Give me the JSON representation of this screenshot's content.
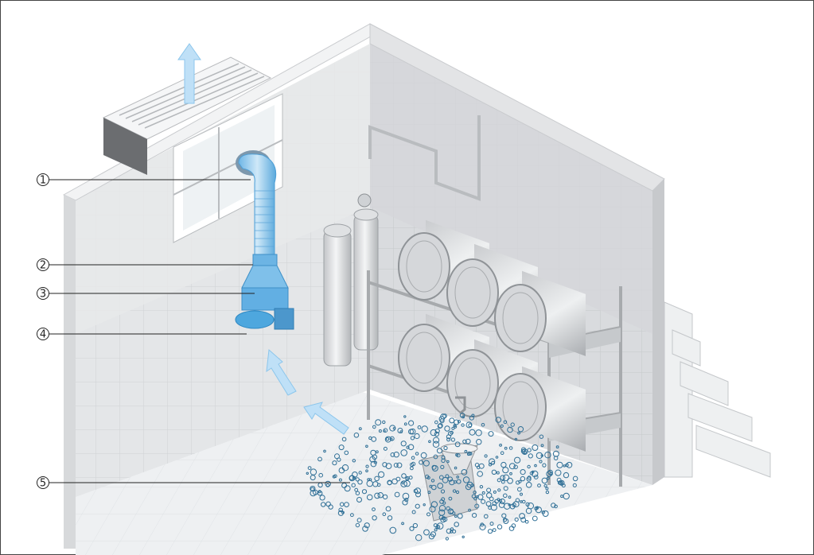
{
  "callouts": [
    {
      "id": "duct",
      "label": "1"
    },
    {
      "id": "clamp",
      "label": "2"
    },
    {
      "id": "fan-housing",
      "label": "3"
    },
    {
      "id": "fan-motor",
      "label": "4"
    },
    {
      "id": "vapour-cloud",
      "label": "5"
    }
  ],
  "colors": {
    "wall_light": "#e9eaeb",
    "wall_mid": "#d6d7d9",
    "wall_dark": "#bfc1c4",
    "floor": "#eef0f2",
    "duct_blue": "#8fc6ea",
    "duct_blue_dark": "#4ea7de",
    "bubble": "#2f6f96",
    "arrow_blue": "#bfe0f7",
    "leader_line": "#222222"
  }
}
